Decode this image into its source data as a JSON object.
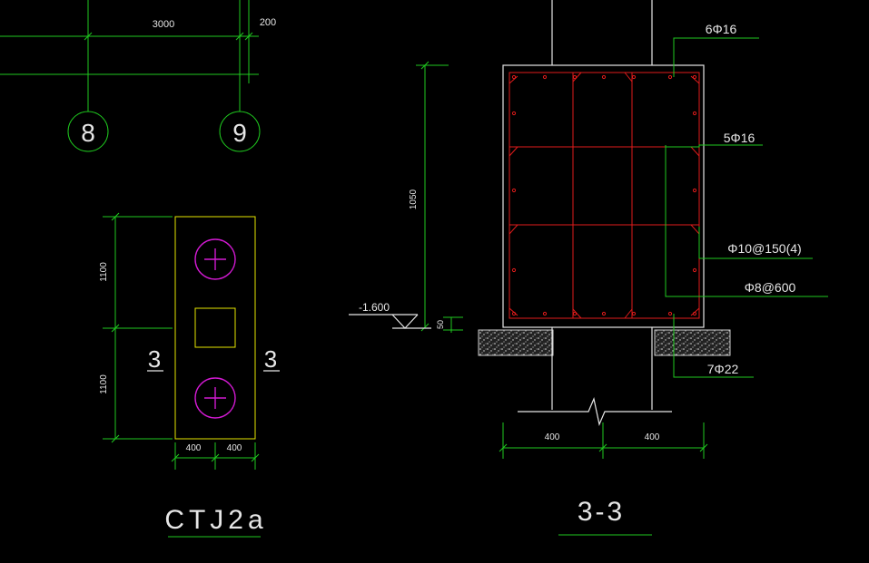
{
  "axes": {
    "left": "8",
    "right": "9"
  },
  "dims": {
    "top_span": "3000",
    "top_small": "200",
    "plan_h1": "1100",
    "plan_h2": "1100",
    "plan_w1": "400",
    "plan_w2": "400",
    "sec_h": "1050",
    "sec_small": "50",
    "sec_w1": "400",
    "sec_w2": "400"
  },
  "level": "-1.600",
  "section_marks": {
    "left": "3",
    "right": "3"
  },
  "titles": {
    "plan": "CTJ2a",
    "section": "3-3"
  },
  "rebar": {
    "top": "6Φ16",
    "side": "5Φ16",
    "stirrup": "Φ10@150(4)",
    "tie": "Φ8@600",
    "bottom": "7Φ22"
  },
  "colors": {
    "dimension": "#1fc91f",
    "outline": "#e6e6e6",
    "rebar": "#e11b1b",
    "column": "#e6e600",
    "pile": "#d21ad2"
  }
}
